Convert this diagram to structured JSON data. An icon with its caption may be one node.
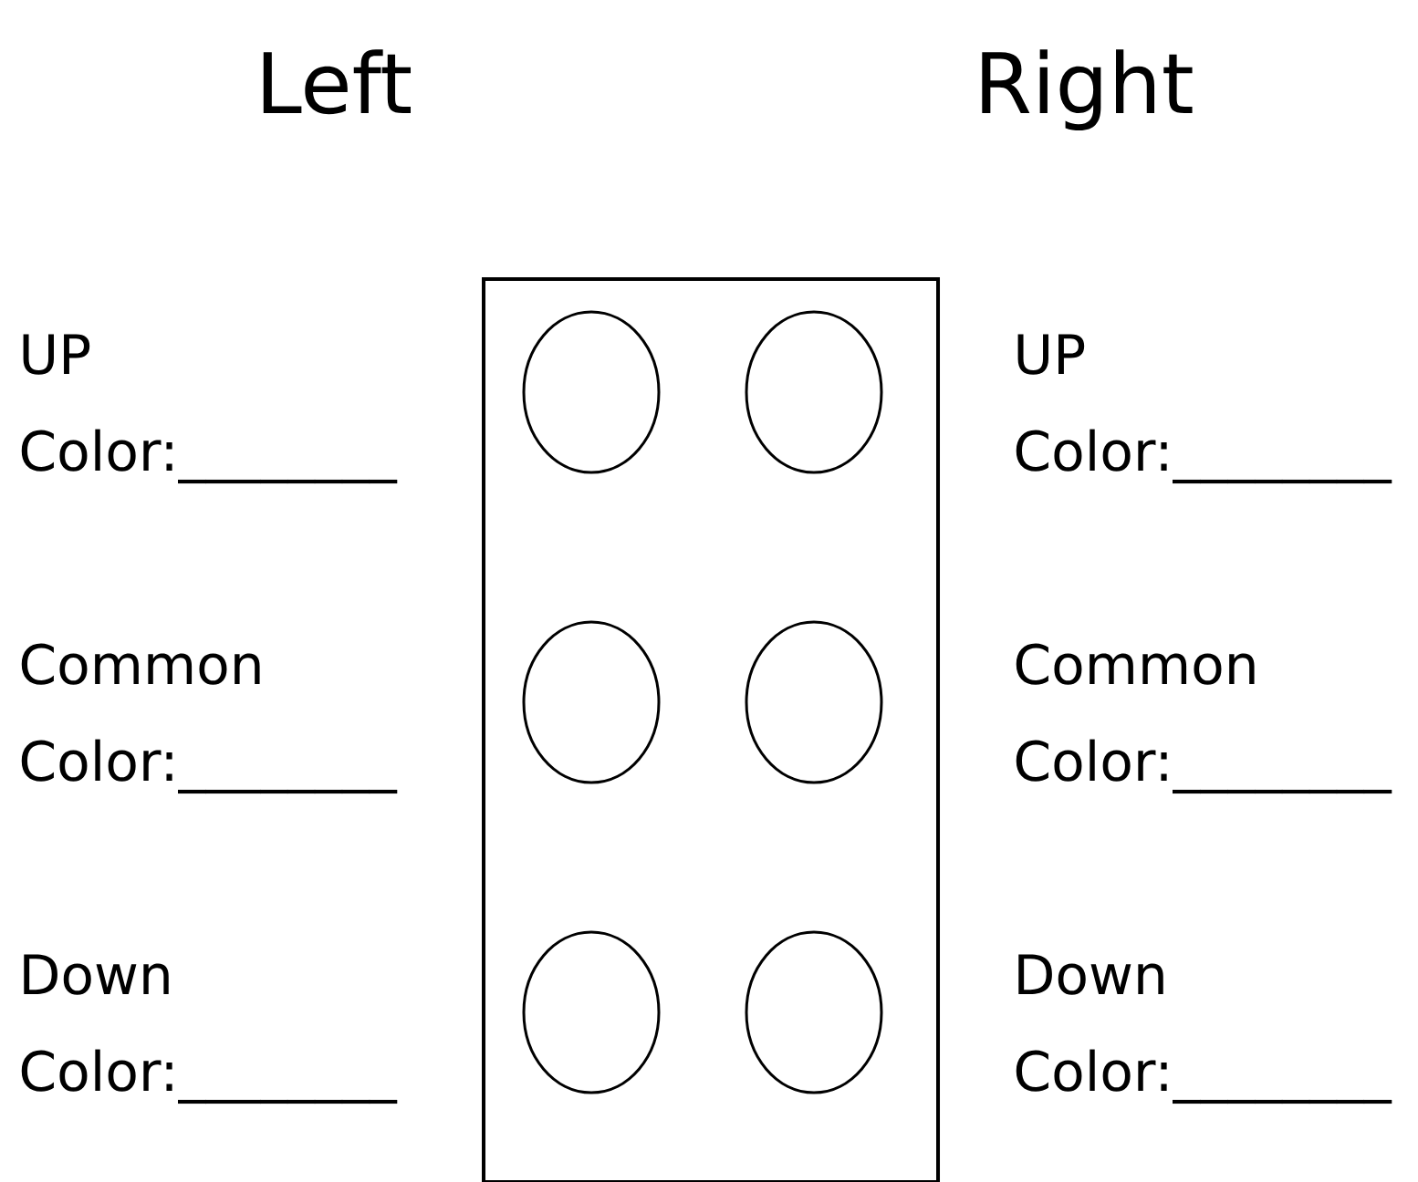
{
  "diagram": {
    "nodes": [
      {
        "text": [],
        "shape": "box"
      },
      {
        "text": [],
        "shape": "circle",
        "in": 0
      },
      {
        "text": [],
        "shape": "circle",
        "in": 0
      },
      {
        "text": [],
        "shape": "circle",
        "in": 0
      },
      {
        "text": [],
        "shape": "circle",
        "in": 0
      },
      {
        "text": [],
        "shape": "circle",
        "in": 0
      },
      {
        "text": [],
        "shape": "circle",
        "in": 0
      }
    ],
    "edges": [],
    "labels": [
      "Left",
      "Right",
      "UP",
      "Color:________",
      "UP",
      "Color:________",
      "Common",
      "Color:________",
      "Common",
      "Color:________",
      "Down",
      "Color:________",
      "Down",
      "Color:________"
    ]
  }
}
